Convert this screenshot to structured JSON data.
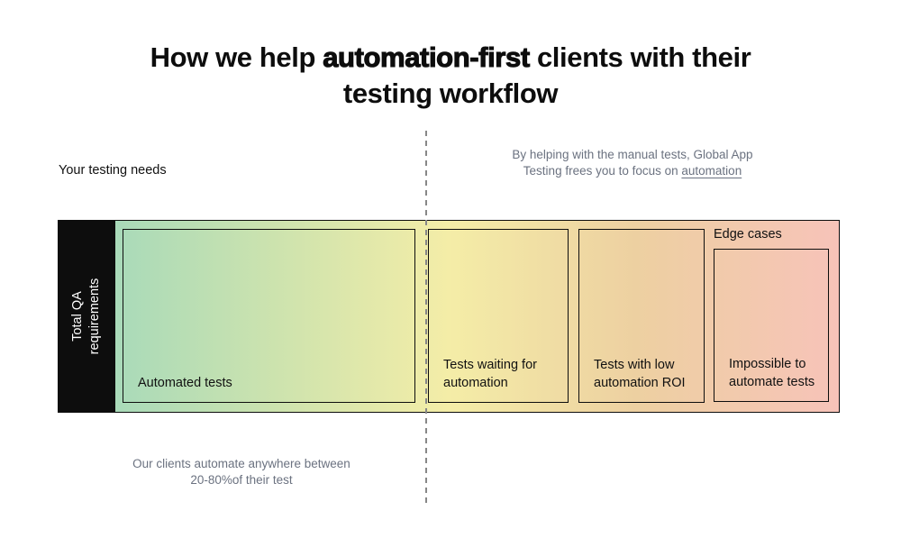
{
  "title": {
    "pre": "How we help ",
    "highlight": "automation-first",
    "post": " clients with their",
    "line2": "testing workflow"
  },
  "left_note": "Your testing needs",
  "right_note": {
    "line1": "By helping with the manual tests, Global App",
    "line2_pre": "Testing frees you to focus on ",
    "line2_link": "automation"
  },
  "bottom_note": "Our clients automate anywhere between\n20-80%of their test",
  "bar": {
    "axis_label": "Total QA\nrequirements",
    "edge_cases_label": "Edge cases",
    "segments": [
      {
        "label": "Automated tests"
      },
      {
        "label": "Tests waiting for\nautomation"
      },
      {
        "label": "Tests with low\nautomation ROI"
      },
      {
        "label": "Impossible to\nautomate tests"
      }
    ]
  },
  "colors": {
    "gradient_start": "#9cd7bd",
    "gradient_mid": "#f4eda7",
    "gradient_end": "#f7c3b9",
    "axis_box_bg": "#0d0d0d",
    "muted_text": "#6b7280",
    "dashed_line": "#878787",
    "border": "#0d0d0d"
  }
}
